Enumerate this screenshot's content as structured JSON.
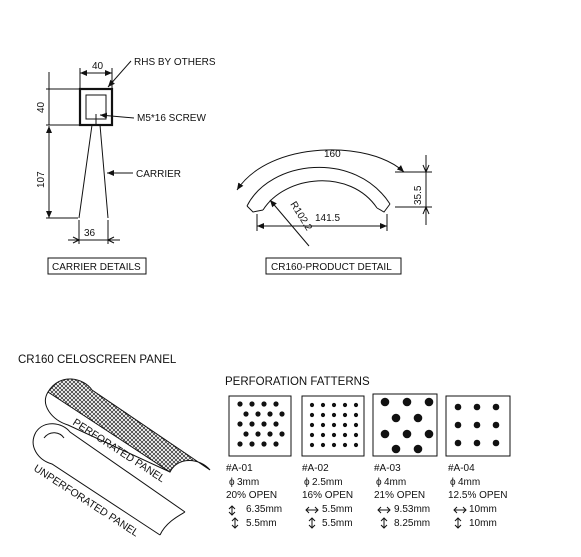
{
  "carrier": {
    "dim_top": "40",
    "dim_side": "40",
    "dim_height": "107",
    "dim_bottom": "36",
    "label_rhs": "RHS BY OTHERS",
    "label_screw": "M5*16 SCREW",
    "label_carrier": "CARRIER",
    "caption": "CARRIER DETAILS"
  },
  "product": {
    "dim_arc": "160",
    "dim_radius": "R102.2",
    "dim_width": "141.5",
    "dim_height": "35.5",
    "caption": "CR160-PRODUCT DETAIL"
  },
  "panel": {
    "title": "CR160 CELOSCREEN PANEL",
    "label_perforated": "PERFORATED PANEL",
    "label_unperforated": "UNPERFORATED PANEL"
  },
  "patterns": {
    "title": "PERFORATION FATTERNS",
    "items": [
      {
        "code": "#A-01",
        "dia": "3mm",
        "open": "20% OPEN",
        "pitch_h": "6.35mm",
        "pitch_v": "5.5mm"
      },
      {
        "code": "#A-02",
        "dia": "2.5mm",
        "open": "16% OPEN",
        "pitch_h": "5.5mm",
        "pitch_v": "5.5mm"
      },
      {
        "code": "#A-03",
        "dia": "4mm",
        "open": "21% OPEN",
        "pitch_h": "9.53mm",
        "pitch_v": "8.25mm"
      },
      {
        "code": "#A-04",
        "dia": "4mm",
        "open": "12.5% OPEN",
        "pitch_h": "10mm",
        "pitch_v": "10mm"
      }
    ]
  }
}
